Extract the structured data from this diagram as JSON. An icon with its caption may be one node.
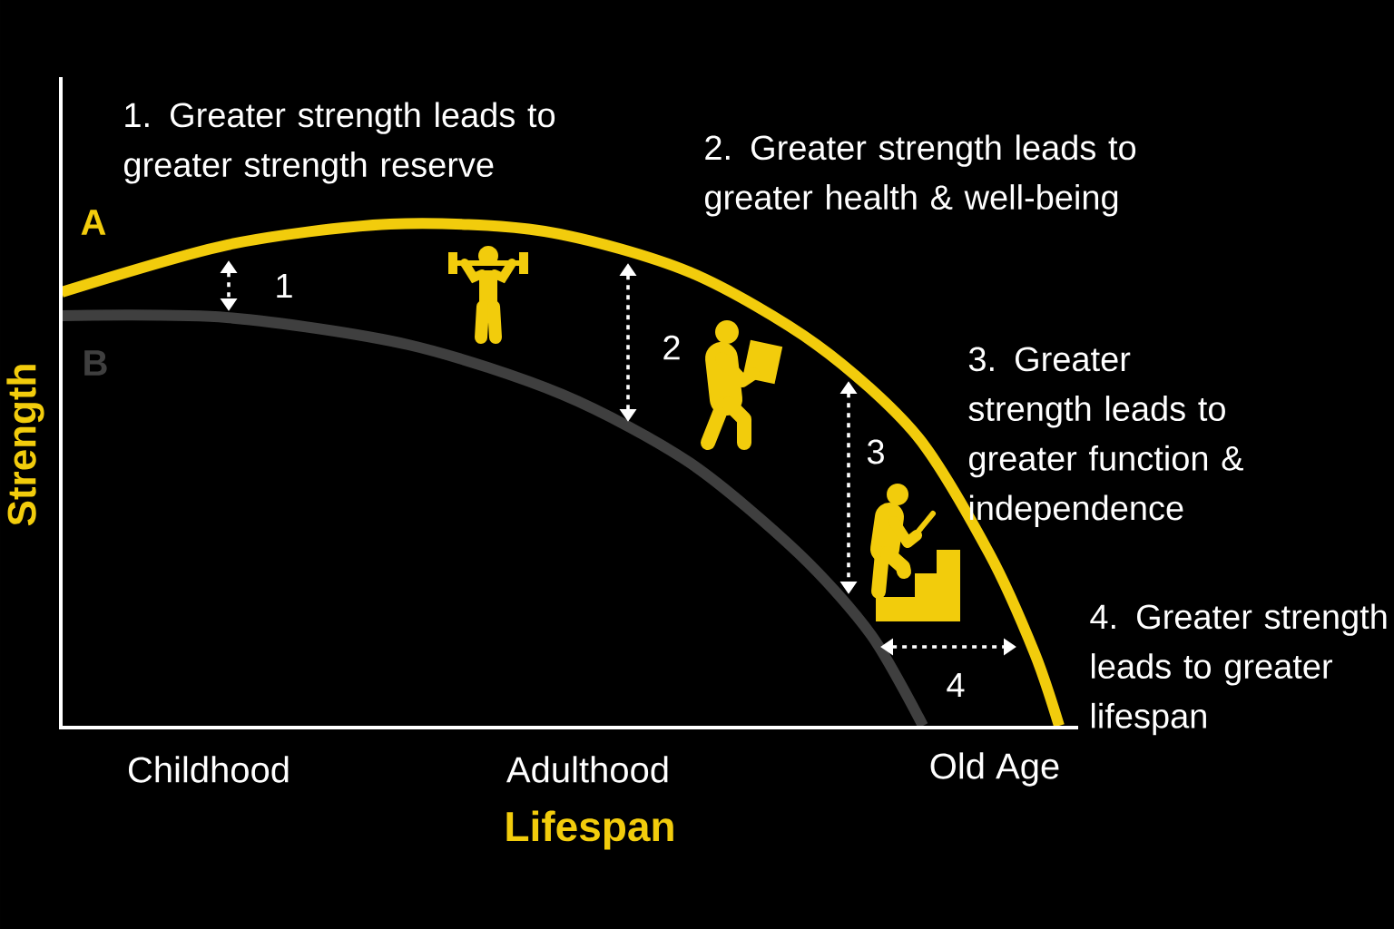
{
  "diagram": {
    "labels": [
      "1. Greater strength leads to greater strength reserve",
      "2. Greater strength leads to greater health & well-being",
      "A",
      "1",
      "B",
      "2",
      "Strength",
      "3. Greater strength leads to greater function & independence",
      "3",
      "4. Greater strength leads to greater lifespan",
      "4",
      "Childhood",
      "Adulthood",
      "Old Age",
      "Lifespan"
    ]
  }
}
